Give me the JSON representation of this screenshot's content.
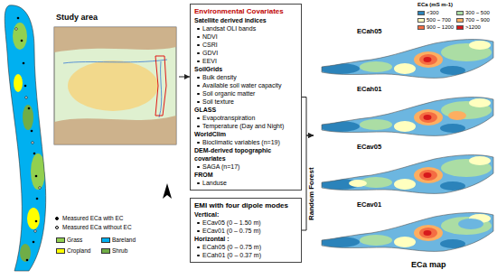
{
  "diagram": {
    "nodes": [
      {
        "text": [
          "Study area"
        ]
      },
      {
        "text": [
          "Environmental Covariates",
          "Satellite derived indices",
          "Landsat OLI bands",
          "NDVI",
          "CSRI",
          "GDVI",
          "EEVI",
          "SoilGrids",
          "Bulk density",
          "Available soil water capacity",
          "Soil organic matter",
          "Soil texture",
          "GLASS",
          "Evapotranspiration",
          "Temperature (Day and Night)",
          "WorldClim",
          "Bioclimatic variables (n=19)",
          "DEM-derived topographic covariates",
          "SAGA (n=17)",
          "FROM",
          "Landuse"
        ]
      },
      {
        "text": [
          "EMI with four dipole modes",
          "Vertical:",
          "ECav05 (0 – 1.50 m)",
          "ECav01 (0 – 0.75 m)",
          "Horizontal :",
          "ECah05 (0 – 0.75 m)",
          "ECah01 (0 – 0.37 m)"
        ]
      },
      {
        "text": [
          "ECah05",
          "ECah01",
          "ECav05",
          "ECav01",
          "ECa map"
        ]
      }
    ],
    "edges": [
      {
        "from": 0,
        "to": 1,
        "arrow": "to"
      },
      {
        "from": 1,
        "to": 3,
        "label": "Random Forest",
        "arrow": "to"
      },
      {
        "from": 2,
        "to": 3,
        "arrow": "to"
      }
    ],
    "labels": [
      "ECa (mS m-1)"
    ],
    "legend": [
      {
        "text": "Grass",
        "color": "#92d050"
      },
      {
        "text": "Bareland",
        "color": "#00b0f0"
      },
      {
        "text": "Cropland",
        "color": "#ffff00"
      },
      {
        "text": "Shrub",
        "color": "#70ad47"
      },
      {
        "text": "Measured ECa with EC"
      },
      {
        "text": "Measured ECa without EC"
      },
      {
        "text": "<300",
        "color": "#2b83ba"
      },
      {
        "text": "300 ~ 500",
        "color": "#abdda4"
      },
      {
        "text": "500 ~ 700",
        "color": "#ffffbf"
      },
      {
        "text": "700 ~ 900",
        "color": "#fdae61"
      },
      {
        "text": "900 ~ 1200",
        "color": "#f46d43"
      },
      {
        "text": ">1200",
        "color": "#d7191c"
      }
    ]
  }
}
